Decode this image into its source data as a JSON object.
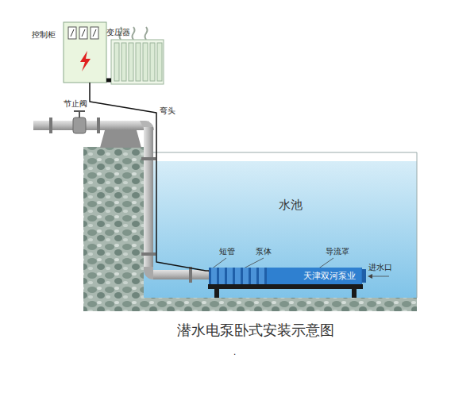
{
  "diagram": {
    "caption": "潜水电泵卧式安装示意图",
    "nodes": [
      {
        "text": [
          "控制柜"
        ]
      },
      {
        "text": [
          "变压器"
        ]
      },
      {
        "text": [
          "水池"
        ]
      },
      {
        "text": [
          "天津双河泵业"
        ],
        "in": 2
      }
    ],
    "edges": [
      {
        "from": 0,
        "to": 1,
        "arrow": "none"
      },
      {
        "from": 0,
        "to": 3,
        "arrow": "none"
      }
    ],
    "labels": [
      "节止阀",
      "弯头",
      "短管",
      "泵体",
      "导流罩",
      "进水口",
      "."
    ]
  }
}
